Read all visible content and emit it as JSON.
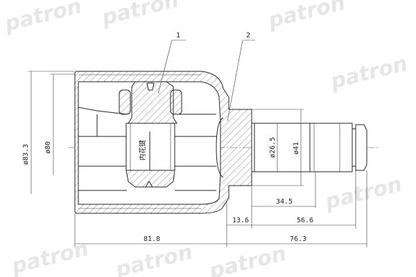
{
  "watermark": "patron",
  "callouts": [
    "1",
    "2"
  ],
  "inner_label": "内花键",
  "dimensions": {
    "outer_diameter": "ø83.3",
    "housing_diameter": "ø80",
    "shaft_diameter": "ø26.5",
    "flange_diameter": "ø41",
    "spline_length": "34.5",
    "neck_length": "13.6",
    "shaft_length": "56.6",
    "housing_length": "81.8",
    "stem_length": "76.3"
  },
  "colors": {
    "line": "#222222",
    "watermark": "#e6e6e6"
  }
}
